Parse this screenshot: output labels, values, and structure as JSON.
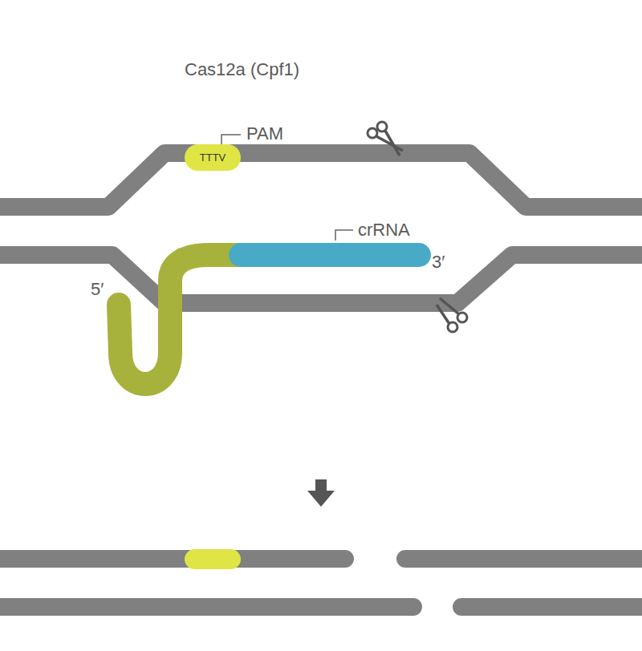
{
  "diagram": {
    "nodes": [
      {
        "text": [
          "Cas12a (Cpf1)"
        ]
      },
      {
        "text": [
          "TTTV"
        ],
        "in": 0
      }
    ],
    "labels": [
      "PAM",
      "crRNA",
      "5′",
      "3′"
    ]
  }
}
